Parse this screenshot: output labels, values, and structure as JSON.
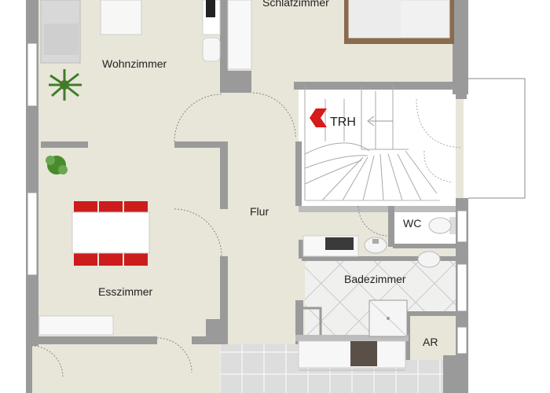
{
  "rooms": {
    "schlafzimmer": "Schlafzimmer",
    "wohnzimmer": "Wohnzimmer",
    "esszimmer": "Esszimmer",
    "flur": "Flur",
    "wc": "WC",
    "badezimmer": "Badezimmer",
    "ar": "AR"
  },
  "stair_label": "TRH",
  "colors": {
    "wall": "#9a9a9a",
    "floor": "#e8e6d9",
    "stair_floor": "#ffffff",
    "bath_tile": "#efefef",
    "kitchen_tile": "#dcdcdc",
    "chair_red": "#cc1c1c",
    "arrow_red": "#d71a1a",
    "plant_green": "#3e7d2a"
  },
  "icons": [
    "sofa-icon",
    "plant-icon",
    "dining-set-icon",
    "bed-icon",
    "toilet-icon",
    "sink-icon",
    "shower-icon",
    "stove-icon",
    "arrow-left-icon"
  ]
}
